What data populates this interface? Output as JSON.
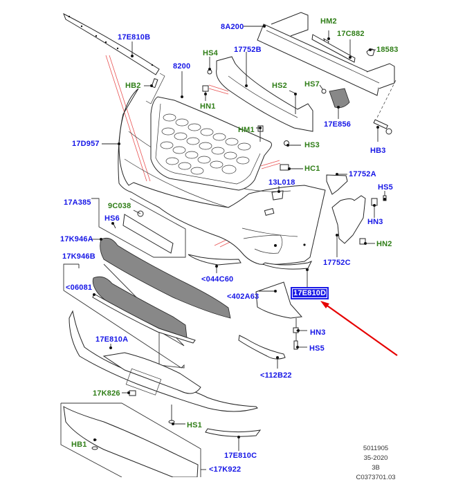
{
  "diagram": {
    "title": "Front bumper exploded parts diagram",
    "highlighted_part": "17E810D",
    "colors": {
      "part_label": "#1515e6",
      "fastener_label": "#2e7d16",
      "highlight_bg": "#1a1ae6",
      "arrow": "#e60000",
      "guide_lines": "#e85050"
    },
    "labels": {
      "p17E810B": "17E810B",
      "p8200": "8200",
      "p8A200": "8A200",
      "hHM2": "HM2",
      "p17C882": "17C882",
      "p18583": "18583",
      "hHS4": "HS4",
      "p17752B": "17752B",
      "hHB2": "HB2",
      "hHN1": "HN1",
      "hHS2": "HS2",
      "hHS7": "HS7",
      "p17E856": "17E856",
      "hHM1": "HM1",
      "hHS3": "HS3",
      "p17D957": "17D957",
      "hHB3": "HB3",
      "hHC1": "HC1",
      "p17752A": "17752A",
      "p13L018": "13L018",
      "hHS5a": "HS5",
      "p17A385": "17A385",
      "h9C038": "9C038",
      "hHN3a": "HN3",
      "hHS6": "HS6",
      "p17752C": "17752C",
      "hHN2": "HN2",
      "p17K946A": "17K946A",
      "p17K946B": "17K946B",
      "p044C60": "<044C60",
      "p17E810D": "17E810D",
      "p06081": "<06081",
      "p402A63": "<402A63",
      "hHN3b": "HN3",
      "hHS5b": "HS5",
      "p17E810A": "17E810A",
      "p112B22": "<112B22",
      "h17K826": "17K826",
      "hHS1": "HS1",
      "hHB1": "HB1",
      "p17E810C": "17E810C",
      "p17K922": "<17K922"
    },
    "reference": {
      "line1": "5011905",
      "line2": "35-2020",
      "line3": "3B",
      "line4": "C0373701.03"
    }
  }
}
